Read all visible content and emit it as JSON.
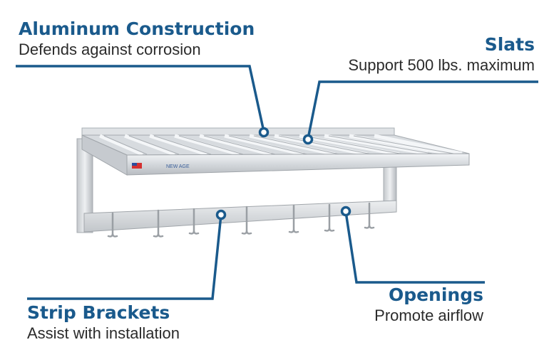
{
  "callouts": {
    "aluminum": {
      "title": "Aluminum Construction",
      "subtitle": "Defends against corrosion"
    },
    "slats": {
      "title": "Slats",
      "subtitle": "Support 500 lbs. maximum"
    },
    "strip_brackets": {
      "title": "Strip Brackets",
      "subtitle": "Assist with installation"
    },
    "openings": {
      "title": "Openings",
      "subtitle": "Promote airflow"
    }
  },
  "product_label": "NEW AGE",
  "colors": {
    "accent": "#1a5a8c",
    "leader_line": "#1a5a8c",
    "metal_light": "#e4e7ea",
    "metal_mid": "#c9cdd1",
    "metal_dark": "#9ea3a8"
  }
}
